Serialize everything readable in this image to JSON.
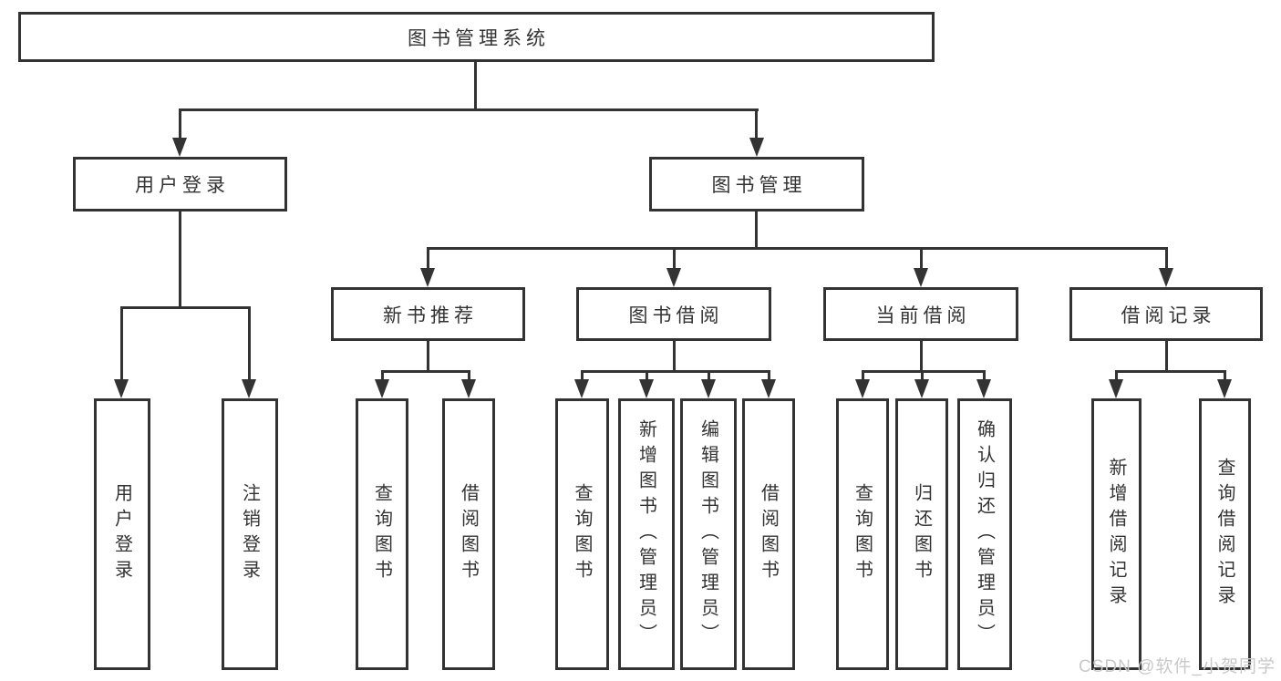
{
  "tree": {
    "label": "图书管理系统",
    "children": [
      {
        "label": "用户登录",
        "children": [
          {
            "label": "用户登录"
          },
          {
            "label": "注销登录"
          }
        ]
      },
      {
        "label": "图书管理",
        "children": [
          {
            "label": "新书推荐",
            "children": [
              {
                "label": "查询图书"
              },
              {
                "label": "借阅图书"
              }
            ]
          },
          {
            "label": "图书借阅",
            "children": [
              {
                "label": "查询图书"
              },
              {
                "label": "新增图书（管理员）"
              },
              {
                "label": "编辑图书（管理员）"
              },
              {
                "label": "借阅图书"
              }
            ]
          },
          {
            "label": "当前借阅",
            "children": [
              {
                "label": "查询图书"
              },
              {
                "label": "归还图书"
              },
              {
                "label": "确认归还（管理员）"
              }
            ]
          },
          {
            "label": "借阅记录",
            "children": [
              {
                "label": "新增借阅记录"
              },
              {
                "label": "查询借阅记录"
              }
            ]
          }
        ]
      }
    ]
  },
  "watermark": {
    "text": "CSDN @软件_小贺同学"
  },
  "colors": {
    "line": "#333333",
    "text": "#333333",
    "watermark": "#c9c9c9",
    "background": "#ffffff"
  }
}
